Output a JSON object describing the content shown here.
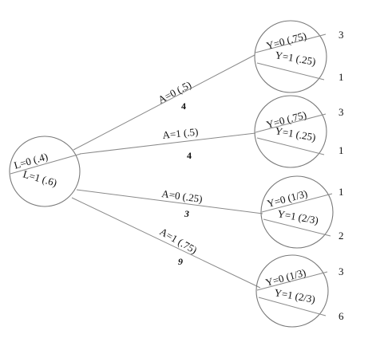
{
  "root": {
    "top_label": "L=0 (.4)",
    "bottom_label": "L=1 (.6)"
  },
  "branches": [
    {
      "label": "A=0 (.5)",
      "count": "4",
      "leaf": {
        "top_label": "Y=0 (.75)",
        "bottom_label": "Y=1 (.25)",
        "top_count": "3",
        "bottom_count": "1"
      }
    },
    {
      "label": "A=1 (.5)",
      "count": "4",
      "leaf": {
        "top_label": "Y=0 (.75)",
        "bottom_label": "Y=1 (.25)",
        "top_count": "3",
        "bottom_count": "1"
      }
    },
    {
      "label": "A=0 (.25)",
      "count": "3",
      "leaf": {
        "top_label": "Y=0 (1/3)",
        "bottom_label": "Y=1 (2/3)",
        "top_count": "1",
        "bottom_count": "2"
      }
    },
    {
      "label": "A=1 (.75)",
      "count": "9",
      "leaf": {
        "top_label": "Y=0 (1/3)",
        "bottom_label": "Y=1 (2/3)",
        "top_count": "3",
        "bottom_count": "6"
      }
    }
  ]
}
